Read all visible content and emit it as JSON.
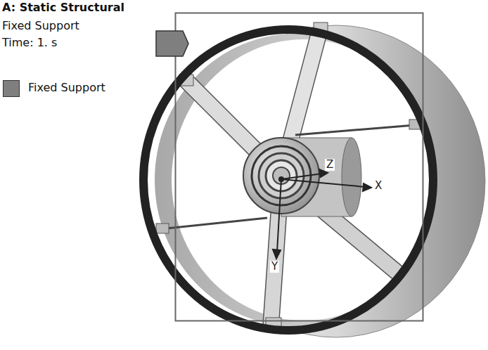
{
  "diagram": {
    "title": "A: Static Structural",
    "labels": [
      "Fixed Support",
      "Time: 1. s",
      "Z",
      "X",
      "Y"
    ],
    "legend": [
      {
        "text": "Fixed Support",
        "color": "#7f7f7f"
      }
    ]
  }
}
